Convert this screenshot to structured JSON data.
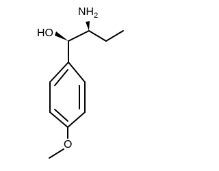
{
  "molecule": {
    "atoms": {
      "hydroxyl": {
        "text": "HO"
      },
      "amine": {
        "base": "NH",
        "subscript": "2"
      },
      "ether_oxygen": {
        "text": "O"
      }
    },
    "colors": {
      "bond": "#000000",
      "text": "#000000",
      "background": "#ffffff"
    }
  }
}
